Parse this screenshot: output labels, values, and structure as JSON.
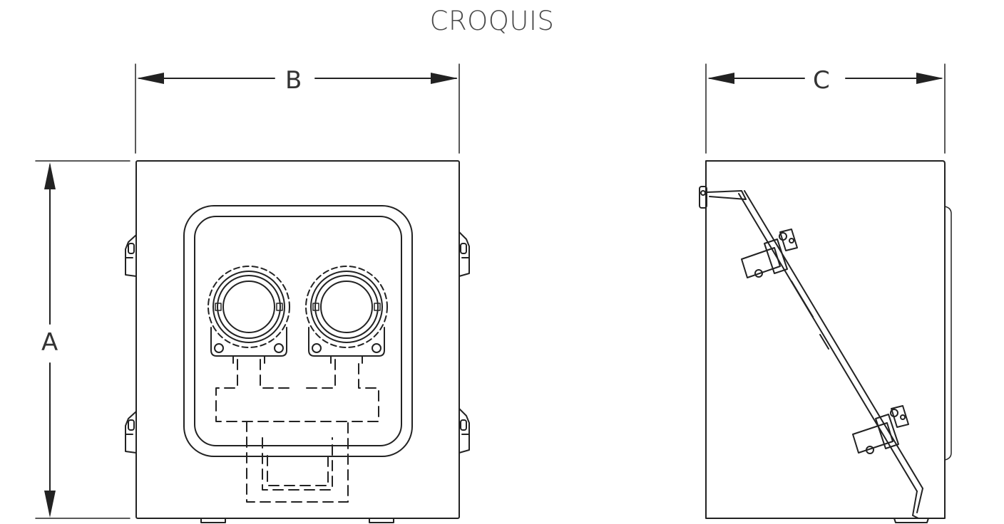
{
  "title": "CROQUIS",
  "dimensions": {
    "width_label": "B",
    "height_label": "A",
    "depth_label": "C"
  },
  "colors": {
    "line": "#222222",
    "title": "#4a4a4a",
    "background": "#ffffff"
  }
}
